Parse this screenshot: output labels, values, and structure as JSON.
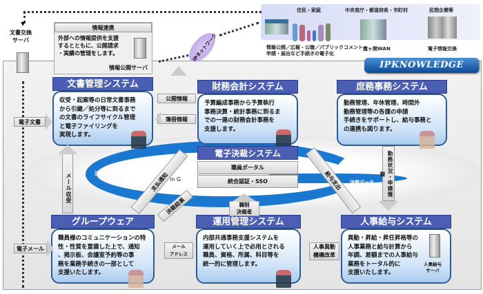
{
  "external": {
    "groups": [
      {
        "label": "住民・家庭"
      },
      {
        "label": "中央官庁・都道府県・市町村"
      },
      {
        "label": "民間企業等"
      }
    ],
    "captions": {
      "residents": "情報公開／広報・公聴／パブリックコメント",
      "residents_2": "申請・届出など手続きの電子化",
      "gov": "霞ヶ関WAN",
      "business": "電子情報交換"
    }
  },
  "brand": "IPKNOWLEDGE",
  "network_label": "IPネットワーク",
  "doc_exchange_server": {
    "line1": "文書交換",
    "line2": "サーバ"
  },
  "info_link": {
    "title": "情報連携",
    "body": [
      "外部への情報提供を支援",
      "するとともに、公開請求",
      "・実績の管理をします。"
    ],
    "server_label": "情報公開サーバ"
  },
  "systems": {
    "document": {
      "title": "文書管理システム",
      "body": [
        "収受・起案等の日常文書事務",
        "から引継／処分等に到るまで",
        "の文書のライフサイクル管理",
        "と電子ファイリングを",
        "実現します。"
      ]
    },
    "finance": {
      "title": "財務会計システム",
      "body": [
        "予算編成事務から予算執行",
        "事務決算・統計事務に到るま",
        "での一連の財務会計事務を",
        "支援します。"
      ]
    },
    "general": {
      "title": "庶務事務システム",
      "body": [
        "勤務管理、年休管理、時間外",
        "勤務管理等の各課の申請",
        "手続きをサポートし、給与事務と",
        "の連携も図ります。"
      ]
    },
    "approval": {
      "title": "電子決裁システム",
      "items": [
        "職員ポータル",
        "統合認証・SSO"
      ]
    },
    "groupware": {
      "title": "グループウェア",
      "body": [
        "職員様のコミュニケーションの特",
        "性・性質を意識した上で、通知",
        "、掲示板、会議室予約等の事",
        "務を業務手続きの一部として",
        "支援いたします。"
      ]
    },
    "operation": {
      "title": "運用管理システム",
      "body": [
        "内部共通事務支援システムを",
        "運用していく上で必用とされる",
        "職員、資格、所属、科目等を",
        "統一的に管理します。"
      ]
    },
    "hr": {
      "title": "人事給与システム",
      "body": [
        "異動・昇給・昇任昇格等の",
        "人事業務と給与計算から",
        "年調、差額までの人事給与",
        "業務をトータル的に",
        "支援いたします。"
      ],
      "server_label": [
        "人事給与",
        "サーバ"
      ]
    }
  },
  "arrows": {
    "public_info": "公開情報",
    "register_info": "簿冊情報",
    "e_document": "電子文書",
    "e_mail": "電子メール",
    "mail_receive": "メール収受",
    "mail_address": [
      "メール",
      "アドレス"
    ],
    "hr_change": [
      "人事異動",
      "機構改革"
    ],
    "payment_notice": "支払通知",
    "approval_result": "決裁結果",
    "salary_payment": "給与支出",
    "work_status": "勤務状況・申請情報",
    "approver": [
      "職制",
      "決裁者"
    ],
    "approval_data_left": "決裁データ",
    "approval_data_right": "決裁データ",
    "in_g": "in G"
  },
  "colors": {
    "title_bar": "#4a5fb4",
    "box_border": "#2e5a96",
    "ring": "#1a78d0",
    "brand": "#0c4a94"
  }
}
